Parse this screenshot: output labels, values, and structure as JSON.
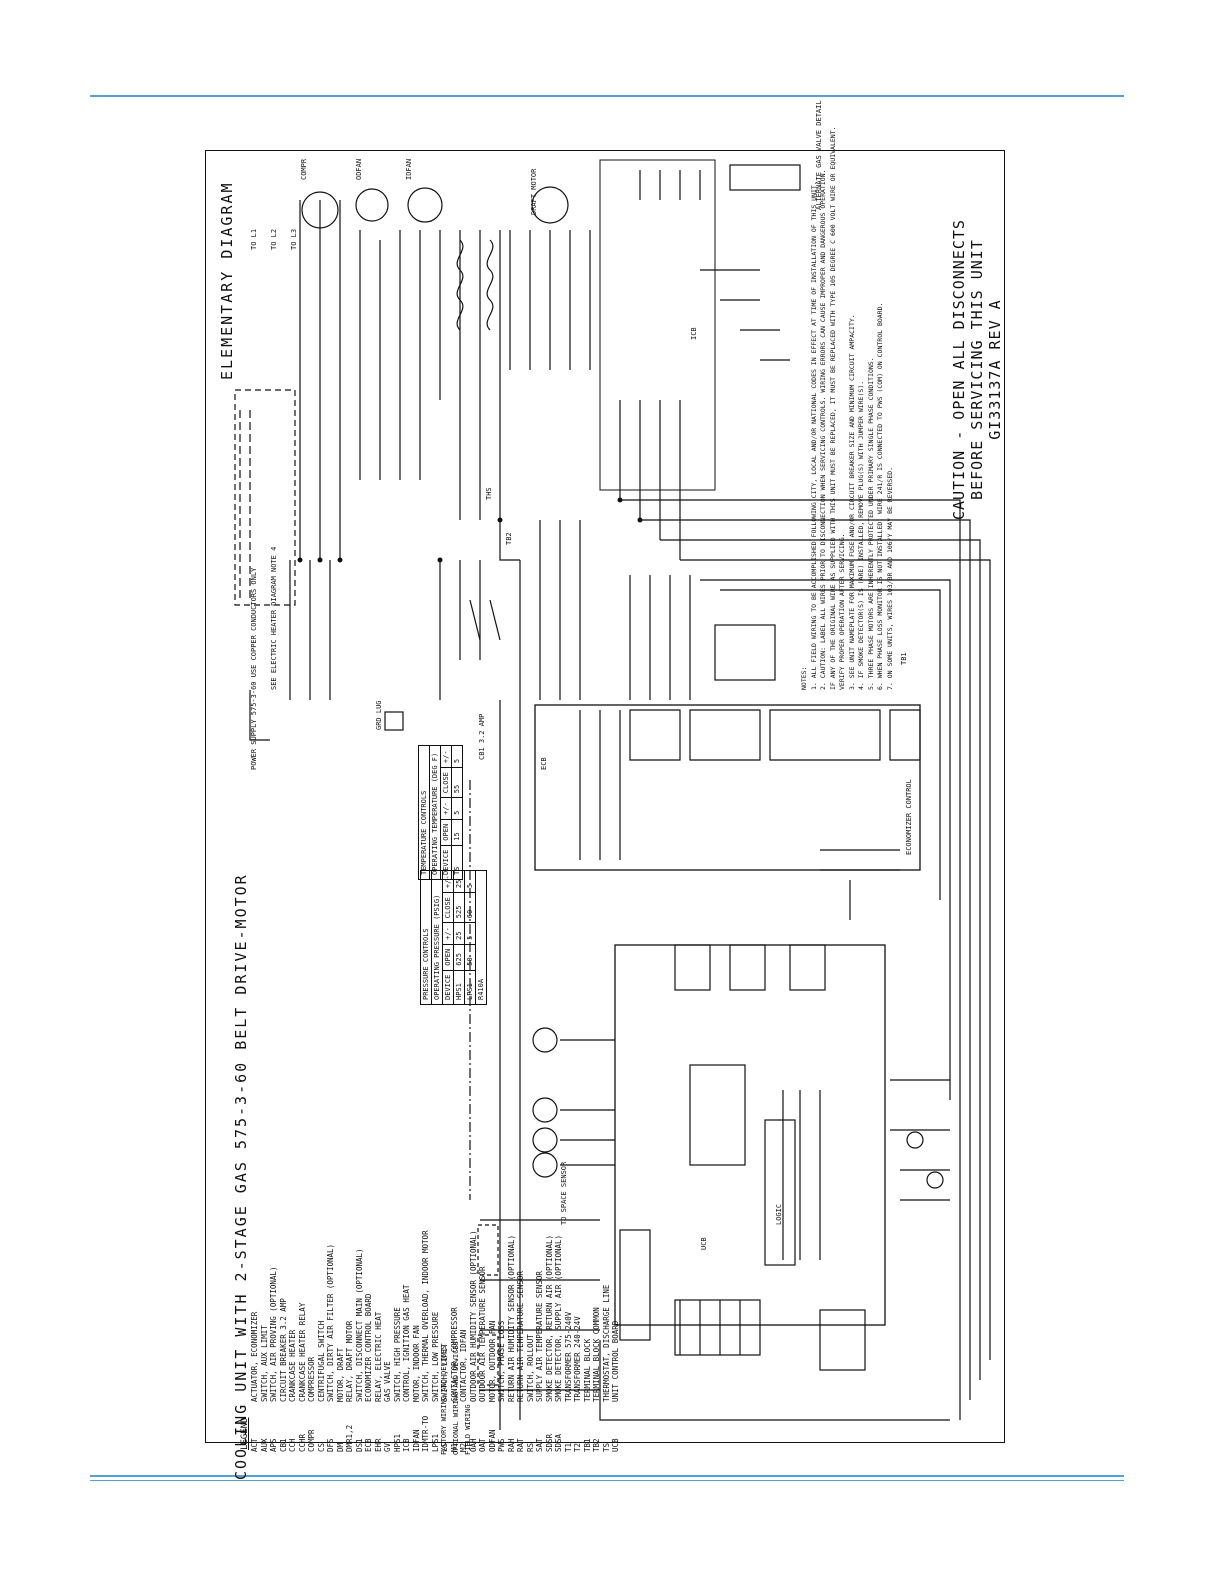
{
  "header": {
    "accent_color": "#4fa3dc"
  },
  "diagram": {
    "title": "COOLING UNIT WITH 2-STAGE GAS 575-3-60 BELT DRIVE-MOTOR",
    "elementary_title": "ELEMENTARY DIAGRAM",
    "caution_line1": "CAUTION - OPEN ALL DISCONNECTS",
    "caution_line2": "BEFORE SERVICING THIS UNIT",
    "doc_number": "GI33137A    REV A",
    "legend_heading": "LEGEND",
    "legend": [
      {
        "abbr": "ACT",
        "desc": "ACTUATOR, ECONOMIZER"
      },
      {
        "abbr": "AUX",
        "desc": "SWITCH, AUX LIMIT"
      },
      {
        "abbr": "APS",
        "desc": "SWITCH, AIR PROVING (OPTIONAL)"
      },
      {
        "abbr": "CB1",
        "desc": "CIRCUIT BREAKER 3.2 AMP"
      },
      {
        "abbr": "CCH",
        "desc": "CRANKCASE HEATER"
      },
      {
        "abbr": "CCHR",
        "desc": "CRANKCASE HEATER RELAY"
      },
      {
        "abbr": "COMPR",
        "desc": "COMPRESSOR"
      },
      {
        "abbr": "CS",
        "desc": "CENTRIFUGAL SWITCH"
      },
      {
        "abbr": "DFS",
        "desc": "SWITCH, DIRTY AIR FILTER (OPTIONAL)"
      },
      {
        "abbr": "DM",
        "desc": "MOTOR, DRAFT"
      },
      {
        "abbr": "DMR1,2",
        "desc": "RELAY, DRAFT MOTOR"
      },
      {
        "abbr": "DS1",
        "desc": "SWITCH, DISCONNECT MAIN (OPTIONAL)"
      },
      {
        "abbr": "ECB",
        "desc": "ECONOMIZER CONTROL BOARD"
      },
      {
        "abbr": "EHR",
        "desc": "RELAY, ELECTRIC HEAT"
      },
      {
        "abbr": "GV",
        "desc": "GAS VALVE"
      },
      {
        "abbr": "HPS1",
        "desc": "SWITCH, HIGH PRESSURE"
      },
      {
        "abbr": "ICB",
        "desc": "CONTROL, IGNITION GAS HEAT"
      },
      {
        "abbr": "IDFAN",
        "desc": "MOTOR, INDOOR FAN"
      },
      {
        "abbr": "IDMTR-TO",
        "desc": "SWITCH, THERMAL OVERLOAD, INDOOR MOTOR"
      },
      {
        "abbr": "LPS1",
        "desc": "SWITCH, LOW PRESSURE"
      },
      {
        "abbr": "LS",
        "desc": "SWITCH, LIMIT"
      },
      {
        "abbr": "M1",
        "desc": "CONTACTOR, COMPRESSOR"
      },
      {
        "abbr": "M2",
        "desc": "CONTACTOR, IDFAN"
      },
      {
        "abbr": "OAH",
        "desc": "OUTDOOR AIR HUMIDITY SENSOR (OPTIONAL)"
      },
      {
        "abbr": "OAT",
        "desc": "OUTDOOR AIR TEMPERATURE SENSOR"
      },
      {
        "abbr": "ODFAN",
        "desc": "MOTOR, OUTDOOR FAN"
      },
      {
        "abbr": "PWS",
        "desc": "SWITCH, PHASE LOSS"
      },
      {
        "abbr": "RAH",
        "desc": "RETURN AIR HUMIDITY SENSOR (OPTIONAL)"
      },
      {
        "abbr": "RAT",
        "desc": "RETURN AIR TEMPERATURE SENSOR"
      },
      {
        "abbr": "RS",
        "desc": "SWITCH, ROLLOUT"
      },
      {
        "abbr": "SAT",
        "desc": "SUPPLY AIR TEMPERATURE SENSOR"
      },
      {
        "abbr": "SDSR",
        "desc": "SMOKE DETECTOR, RETURN AIR (OPTIONAL)"
      },
      {
        "abbr": "SDSA",
        "desc": "SMOKE DETECTOR, SUPPLY AIR (OPTIONAL)"
      },
      {
        "abbr": "T1",
        "desc": "TRANSFORMER 575-240V"
      },
      {
        "abbr": "T2",
        "desc": "TRANSFORMER 240-24V"
      },
      {
        "abbr": "TB1",
        "desc": "TERMINAL BLOCK"
      },
      {
        "abbr": "TB2",
        "desc": "TERMINAL BLOCK COMMON"
      },
      {
        "abbr": "TS",
        "desc": "THERMOSTAT, DISCHARGE LINE"
      },
      {
        "abbr": "UCB",
        "desc": "UNIT CONTROL BOARD"
      }
    ],
    "wiring_legend": [
      "FACTORY WIRING AND DEVICES",
      "OPTIONAL WIRING AND DEVICES",
      "FIELD WIRING"
    ],
    "pressure_table": {
      "heading": "PRESSURE CONTROLS",
      "sub": "OPERATING PRESSURE (PSIG)",
      "cols": [
        "DEVICE",
        "OPEN",
        "+/-",
        "CLOSE",
        "+/-"
      ],
      "rows": [
        [
          "HPS1",
          "625",
          "25",
          "525",
          "25"
        ],
        [
          "LPS1",
          "50",
          "5",
          "60",
          "5"
        ]
      ],
      "refrigerant": "R410A"
    },
    "temp_table": {
      "heading": "TEMPERATURE CONTROLS",
      "sub": "OPERATING TEMPERATURE (DEG F)",
      "cols": [
        "DEVICE",
        "OPEN",
        "+/-",
        "CLOSE",
        "+/-"
      ],
      "rows": [
        [
          "TS",
          "15",
          "5",
          "55",
          "5"
        ]
      ]
    },
    "components": {
      "compr": "COMPR",
      "odfan": "ODFAN",
      "idfan": "IDFAN",
      "draft_motor": "DRAFT MOTOR",
      "ecb": "ECB",
      "ucb": "UCB",
      "icb": "ICB",
      "logic": "LOGIC",
      "economizer_control": "ECONOMIZER CONTROL",
      "power_supply": "POWER SUPPLY 575-3-60 USE COPPER CONDUCTORS ONLY",
      "see_heater": "SEE ELECTRIC HEATER DIAGRAM NOTE 4",
      "to_l1": "TO L1",
      "to_l2": "TO L2",
      "to_l3": "TO L3",
      "alternate": "ALTERNATE GAS VALVE DETAIL",
      "to_space_sensor": "TO SPACE SENSOR",
      "tb2": "TB2",
      "tb1": "TB1",
      "ths": "THS",
      "gnd": "GRD LUG",
      "cb1": "CB1 3.2 AMP"
    },
    "notes_heading": "NOTES:",
    "notes": [
      "1. ALL FIELD WIRING TO BE ACCOMPLISHED FOLLOWING CITY, LOCAL AND/OR NATIONAL CODES IN EFFECT AT TIME OF INSTALLATION OF THIS UNIT.",
      "2. CAUTION: LABEL ALL WIRES PRIOR TO DISCONNECTION WHEN SERVICING CONTROLS. WIRING ERRORS CAN CAUSE IMPROPER AND DANGEROUS OPERATION.",
      "   IF ANY OF THE ORIGINAL WIRE AS SUPPLIED WITH THIS UNIT MUST BE REPLACED, IT MUST BE REPLACED WITH TYPE 105 DEGREE C 600 VOLT WIRE OR EQUIVALENT.",
      "   VERIFY PROPER OPERATION AFTER SERVICING.",
      "3. SEE UNIT NAMEPLATE FOR MAXIMUM FUSE AND/OR CIRCUIT BREAKER SIZE AND MINIMUM CIRCUIT AMPACITY.",
      "4. IF SMOKE DETECTOR(S) IS (ARE) INSTALLED, REMOVE PLUG(S) WITH JUMPER WIRE(S).",
      "5. THREE PHASE MOTORS ARE INHERENTLY PROTECTED UNDER PRIMARY SINGLE PHASE CONDITIONS.",
      "6. WHEN PHASE LOSS MONITOR IS NOT INSTALLED, WIRE 241/R IS CONNECTED TO PWS (COM) ON CONTROL BOARD.",
      "7. ON SOME UNITS, WIRES 103/BR AND 106/Y MAY BE REVERSED."
    ]
  }
}
